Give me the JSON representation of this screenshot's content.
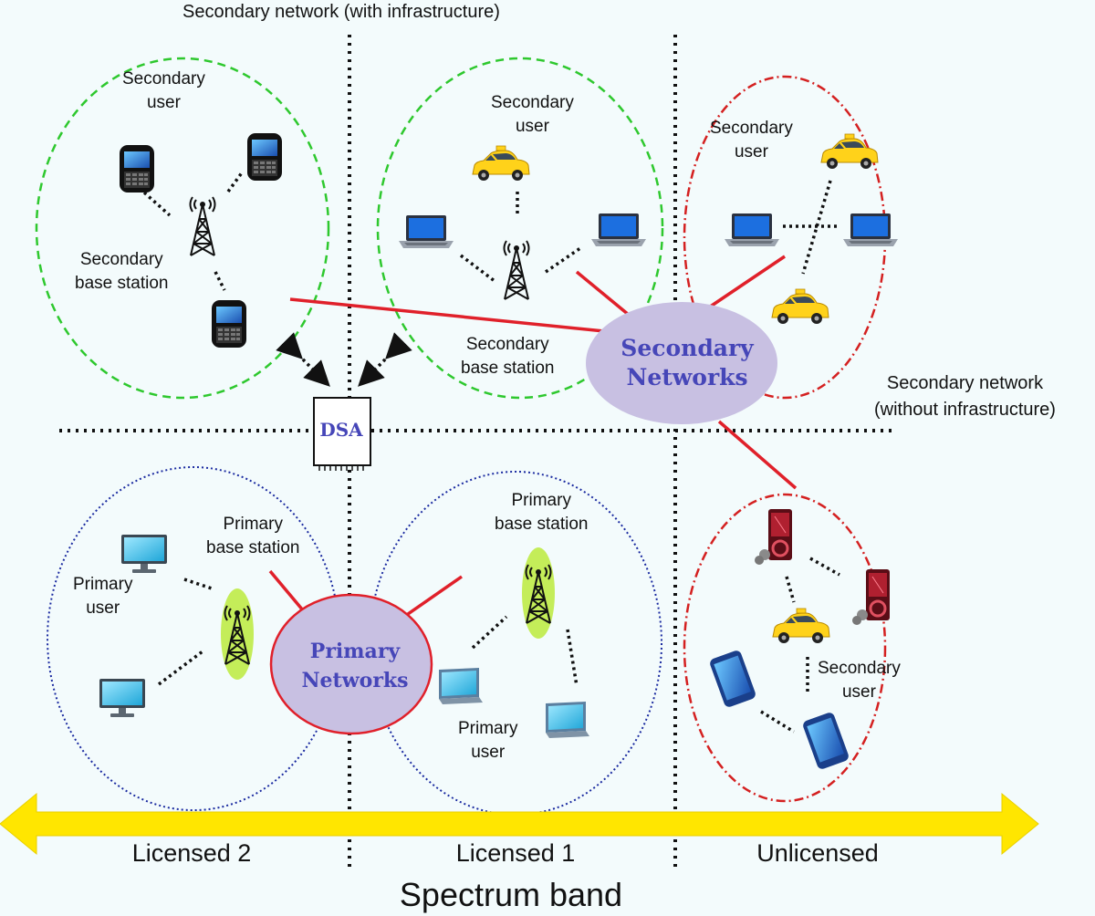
{
  "header": {
    "secondary_infra": "Secondary network (with infrastructure)",
    "secondary_noinfra": "Secondary network\n(without infrastructure)"
  },
  "labels": {
    "secondary_user": "Secondary\nuser",
    "secondary_base_station": "Secondary\nbase station",
    "primary_user": "Primary\nuser",
    "primary_base_station": "Primary\nbase station"
  },
  "hubs": {
    "secondary_networks": "Secondary\nNetworks",
    "primary_networks": "Primary\nNetworks",
    "dsa": "DSA"
  },
  "bands": {
    "licensed_2": "Licensed 2",
    "licensed_1": "Licensed 1",
    "unlicensed": "Unlicensed"
  },
  "spectrum_title": "Spectrum band",
  "colors": {
    "background": "#f3fbfc",
    "secondary_infra_ellipse": "#2ec82e",
    "secondary_adhoc_ellipse": "#d42020",
    "primary_ellipse": "#1a2aa0",
    "hub_fill": "#c8c0e2",
    "hub_text": "#4646b8",
    "link_red": "#e0202a",
    "arrow_yellow": "#ffe600",
    "divider": "#111111"
  },
  "icons": [
    "smartphone-icon",
    "tower-icon",
    "taxi-icon",
    "laptop-icon",
    "monitor-icon",
    "music-player-icon",
    "touch-phone-icon",
    "dsa-chip-icon"
  ]
}
